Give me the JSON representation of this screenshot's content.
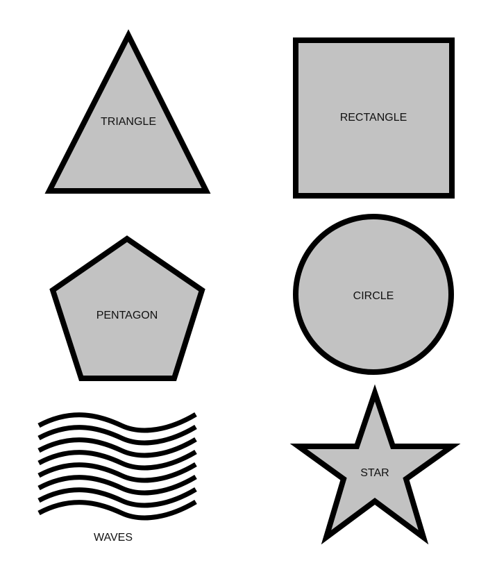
{
  "colors": {
    "background": "#ffffff",
    "shape_fill": "#c2c2c2",
    "outline": "#000000",
    "label_text": "#111111"
  },
  "shapes": {
    "triangle": {
      "label": "TRIANGLE"
    },
    "rectangle": {
      "label": "RECTANGLE"
    },
    "pentagon": {
      "label": "PENTAGON"
    },
    "circle": {
      "label": "CIRCLE"
    },
    "waves": {
      "label": "WAVES",
      "line_count": 8
    },
    "star": {
      "label": "STAR"
    }
  }
}
